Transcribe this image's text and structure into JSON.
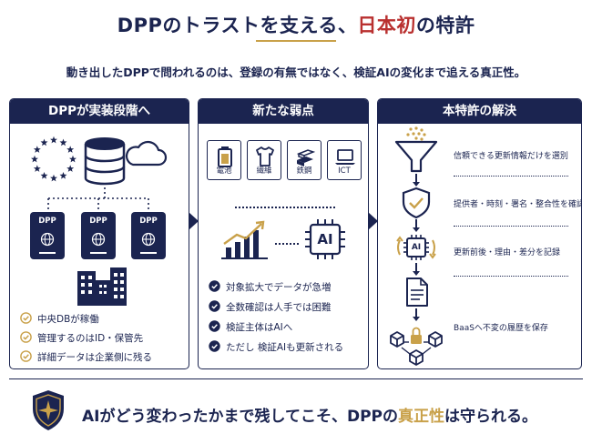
{
  "title": {
    "pre": "DPPのトラストを支える、",
    "highlight": "日本初",
    "post": "の特許"
  },
  "subtitle": "動き出したDPPで問われるのは、登録の有無ではなく、検証AIの変化まで追える真正性。",
  "panel1": {
    "heading": "DPPが実装段階へ",
    "passport_label": "DPP",
    "items": [
      "中央DBが稼働",
      "管理するのはID・保管先",
      "詳細データは企業側に残る"
    ]
  },
  "panel2": {
    "heading": "新たな弱点",
    "icons": [
      {
        "icon": "battery-icon",
        "label": "電池"
      },
      {
        "icon": "tshirt-icon",
        "label": "繊維"
      },
      {
        "icon": "steel-icon",
        "label": "鉄鋼"
      },
      {
        "icon": "laptop-icon",
        "label": "ICT"
      }
    ],
    "ai_label": "AI",
    "items": [
      "対象拡大でデータが急増",
      "全数確認は人手では困難",
      "検証主体はAIへ",
      "ただし 検証AIも更新される"
    ]
  },
  "panel3": {
    "heading": "本特許の解決",
    "ai_label": "AI",
    "steps": [
      "信頼できる更新情報だけを選別",
      "提供者・時刻・署名・整合性を確認",
      "更新前後・理由・差分を記録",
      "BaaSへ不変の履歴を保存"
    ]
  },
  "bottom": {
    "pre": "AIがどう変わったかまで残してこそ、DPPの",
    "highlight": "真正性",
    "post": "は守られる。"
  },
  "colors": {
    "navy": "#1b2450",
    "gold": "#c9a14a",
    "red": "#b9302f"
  }
}
